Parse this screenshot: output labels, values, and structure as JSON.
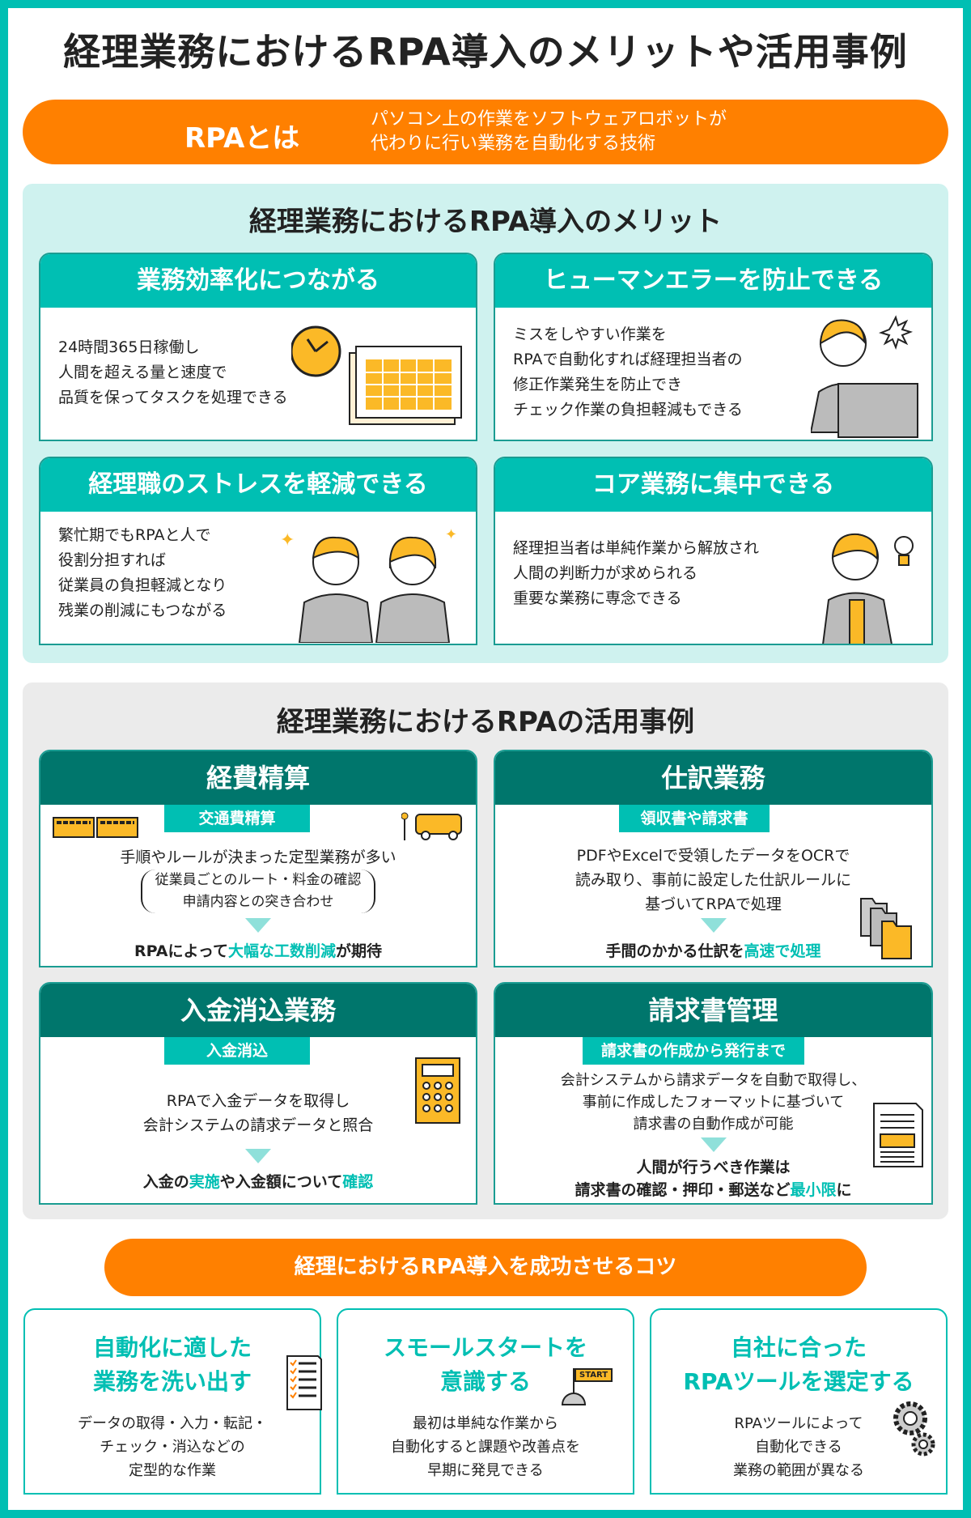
{
  "title": "経理業務におけるRPA導入のメリットや活用事例",
  "rpa_definition": {
    "term": "RPAとは",
    "description": [
      "パソコン上の作業をソフトウェアロボットが",
      "代わりに行い業務を自動化する技術"
    ]
  },
  "merits": {
    "title": "経理業務におけるRPA導入のメリット",
    "cards": [
      {
        "heading": "業務効率化につながる",
        "lines": [
          "24時間365日稼働し",
          "人間を超える量と速度で",
          "品質を保ってタスクを処理できる"
        ],
        "icon": "clock-calendar-icon"
      },
      {
        "heading": "ヒューマンエラーを防止できる",
        "lines": [
          "ミスをしやすい作業を",
          "RPAで自動化すれば経理担当者の",
          "修正作業発生を防止でき",
          "チェック作業の負担軽減もできる"
        ],
        "icon": "worried-worker-icon"
      },
      {
        "heading": "経理職のストレスを軽減できる",
        "lines": [
          "繁忙期でもRPAと人で",
          "役割分担すれば",
          "従業員の負担軽減となり",
          "残業の削減にもつながる"
        ],
        "icon": "happy-workers-icon"
      },
      {
        "heading": "コア業務に集中できる",
        "lines": [
          "経理担当者は単純作業から解放され",
          "人間の判断力が求められる",
          "重要な業務に専念できる"
        ],
        "icon": "idea-worker-icon"
      }
    ]
  },
  "cases": {
    "title": "経理業務におけるRPAの活用事例",
    "cards": [
      {
        "heading": "経費精算",
        "tag": "交通費精算",
        "lines": [
          "手順やルールが決まった定型業務が多い"
        ],
        "sub": [
          "従業員ごとのルート・料金の確認",
          "申請内容との突き合わせ"
        ],
        "result": [
          {
            "t": "RPAによって",
            "h": false
          },
          {
            "t": "大幅な工数削減",
            "h": true
          },
          {
            "t": "が期待",
            "h": false
          }
        ]
      },
      {
        "heading": "仕訳業務",
        "tag": "領収書や請求書",
        "lines": [
          "PDFやExcelで受領したデータをOCRで",
          "読み取り、事前に設定した仕訳ルールに",
          "基づいてRPAで処理"
        ],
        "result": [
          {
            "t": "手間のかかる仕訳を",
            "h": false
          },
          {
            "t": "高速で処理",
            "h": true
          }
        ]
      },
      {
        "heading": "入金消込業務",
        "tag": "入金消込",
        "lines": [
          "RPAで入金データを取得し",
          "会計システムの請求データと照合"
        ],
        "result": [
          {
            "t": "入金の",
            "h": false
          },
          {
            "t": "実施",
            "h": true
          },
          {
            "t": "や入金額について",
            "h": false
          },
          {
            "t": "確認",
            "h": true
          }
        ]
      },
      {
        "heading": "請求書管理",
        "tag": "請求書の作成から発行まで",
        "lines": [
          "会計システムから請求データを自動で取得し、",
          "事前に作成したフォーマットに基づいて",
          "請求書の自動作成が可能"
        ],
        "result1": "人間が行うべき作業は",
        "result": [
          {
            "t": "請求書の確認・押印・郵送など",
            "h": false
          },
          {
            "t": "最小限",
            "h": true
          },
          {
            "t": "に",
            "h": false
          }
        ]
      }
    ]
  },
  "tips": {
    "title": "経理におけるRPA導入を成功させるコツ",
    "cards": [
      {
        "heading": [
          "自動化に適した",
          "業務を洗い出す"
        ],
        "lines": [
          "データの取得・入力・転記・",
          "チェック・消込などの",
          "定型的な作業"
        ]
      },
      {
        "heading": [
          "スモールスタートを",
          "意識する"
        ],
        "lines": [
          "最初は単純な作業から",
          "自動化すると課題や改善点を",
          "早期に発見できる"
        ],
        "flag_label": "START"
      },
      {
        "heading": [
          "自社に合った",
          "RPAツールを選定する"
        ],
        "lines": [
          "RPAツールによって",
          "自動化できる",
          "業務の範囲が異なる"
        ]
      }
    ]
  },
  "colors": {
    "teal": "#00BFB3",
    "dark_teal": "#00766C",
    "orange": "#FF8000",
    "yellow": "#FBB927"
  }
}
